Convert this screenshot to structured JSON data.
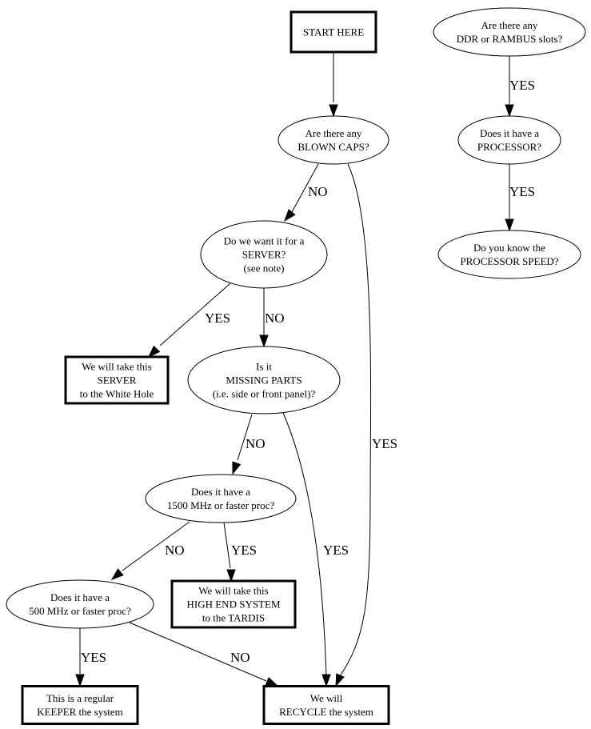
{
  "title": "System evaluation flowchart",
  "nodes": {
    "start": {
      "shape": "box",
      "lines": [
        "START HERE"
      ]
    },
    "blown_caps": {
      "shape": "ellipse",
      "lines": [
        "Are there any",
        "BLOWN CAPS?"
      ]
    },
    "server": {
      "shape": "ellipse",
      "lines": [
        "Do we want it for a",
        "SERVER?",
        "(see note)"
      ]
    },
    "take_server": {
      "shape": "box",
      "lines": [
        "We will take this",
        "SERVER",
        "to the White Hole"
      ]
    },
    "missing_parts": {
      "shape": "ellipse",
      "lines": [
        "Is it",
        "MISSING PARTS",
        "(i.e. side or front panel)?"
      ]
    },
    "proc_1500": {
      "shape": "ellipse",
      "lines": [
        "Does it have a",
        "1500 MHz or faster proc?"
      ]
    },
    "high_end": {
      "shape": "box",
      "lines": [
        "We will take this",
        "HIGH END SYSTEM",
        "to the TARDIS"
      ]
    },
    "proc_500": {
      "shape": "ellipse",
      "lines": [
        "Does it have a",
        "500 MHz or faster proc?"
      ]
    },
    "keeper": {
      "shape": "box",
      "lines": [
        "This is a regular",
        "KEEPER the system"
      ]
    },
    "recycle": {
      "shape": "box",
      "lines": [
        "We will",
        "RECYCLE the system"
      ]
    },
    "ddr_slots": {
      "shape": "ellipse",
      "lines": [
        "Are there any",
        "DDR or RAMBUS slots?"
      ]
    },
    "has_processor": {
      "shape": "ellipse",
      "lines": [
        "Does it have a",
        "PROCESSOR?"
      ]
    },
    "know_speed": {
      "shape": "ellipse",
      "lines": [
        "Do you know the",
        "PROCESSOR SPEED?"
      ]
    }
  },
  "edges": [
    {
      "from": "start",
      "to": "blown_caps",
      "label": ""
    },
    {
      "from": "blown_caps",
      "to": "server",
      "label": "NO"
    },
    {
      "from": "blown_caps",
      "to": "recycle",
      "label": "YES"
    },
    {
      "from": "server",
      "to": "take_server",
      "label": "YES"
    },
    {
      "from": "server",
      "to": "missing_parts",
      "label": "NO"
    },
    {
      "from": "missing_parts",
      "to": "proc_1500",
      "label": "NO"
    },
    {
      "from": "missing_parts",
      "to": "recycle",
      "label": "YES"
    },
    {
      "from": "proc_1500",
      "to": "proc_500",
      "label": "NO"
    },
    {
      "from": "proc_1500",
      "to": "high_end",
      "label": "YES"
    },
    {
      "from": "proc_500",
      "to": "keeper",
      "label": "YES"
    },
    {
      "from": "proc_500",
      "to": "recycle",
      "label": "NO"
    },
    {
      "from": "ddr_slots",
      "to": "has_processor",
      "label": "YES"
    },
    {
      "from": "has_processor",
      "to": "know_speed",
      "label": "YES"
    }
  ]
}
